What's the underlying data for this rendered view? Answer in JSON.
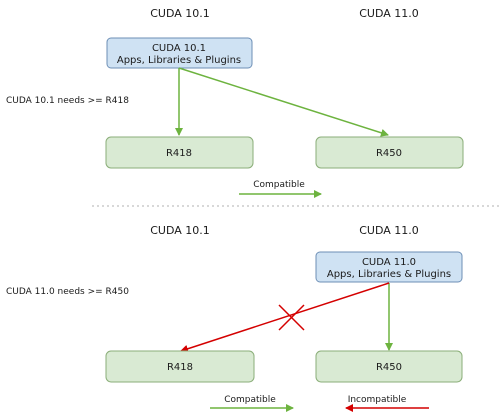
{
  "colors": {
    "green_arrow": "#6db33f",
    "red_arrow": "#d40000",
    "blue_box_fill": "#cfe2f3",
    "blue_box_stroke": "#6d8fb6",
    "green_box_fill": "#d9ead3",
    "green_box_stroke": "#8aae78",
    "divider": "#b0b0b0"
  },
  "top": {
    "col_left": "CUDA 10.1",
    "col_right": "CUDA 11.0",
    "app_box_line1": "CUDA 10.1",
    "app_box_line2": "Apps, Libraries & Plugins",
    "requirement": "CUDA 10.1 needs >= R418",
    "driver_left": "R418",
    "driver_right": "R450",
    "legend_compatible": "Compatible"
  },
  "bottom": {
    "col_left": "CUDA 10.1",
    "col_right": "CUDA 11.0",
    "app_box_line1": "CUDA 11.0",
    "app_box_line2": "Apps, Libraries & Plugins",
    "requirement": "CUDA 11.0 needs >= R450",
    "driver_left": "R418",
    "driver_right": "R450",
    "legend_compatible": "Compatible",
    "legend_incompatible": "Incompatible"
  }
}
